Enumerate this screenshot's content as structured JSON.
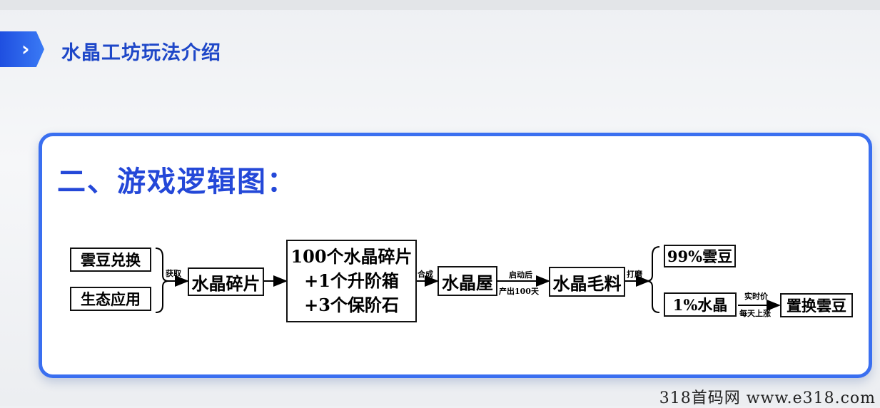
{
  "header": {
    "title": "水晶工坊玩法介绍"
  },
  "section": {
    "title": "二、游戏逻辑图："
  },
  "diagram": {
    "nodes": {
      "cloud_bean_exchange": "雲豆兑换",
      "ecology_app": "生态应用",
      "crystal_fragment": "水晶碎片",
      "bundle_line1": "100个水晶碎片",
      "bundle_line2": "+1个升阶箱",
      "bundle_line3": "+3个保阶石",
      "crystal_house": "水晶屋",
      "crystal_raw": "水晶毛料",
      "pct99": "99%雲豆",
      "pct1": "1%水晶",
      "swap_cloud_bean": "置换雲豆"
    },
    "edge_labels": {
      "obtain": "获取",
      "synthesize": "合成",
      "after_start": "启动后",
      "output_100_days": "产出100天",
      "polish": "打磨",
      "realtime_price": "实时价",
      "daily_rise": "每天上涨"
    }
  },
  "footer": {
    "text": "318首码网  www.e318.com"
  }
}
